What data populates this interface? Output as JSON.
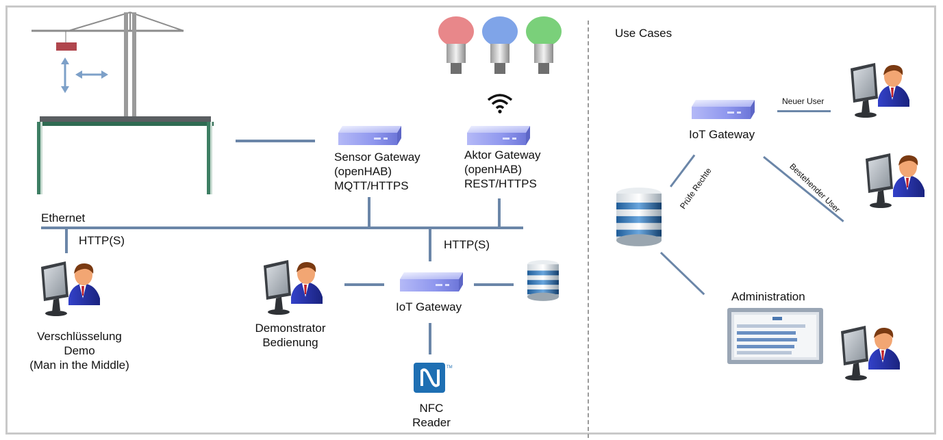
{
  "left": {
    "sensor_gateway": [
      "Sensor Gateway",
      "(openHAB)",
      "MQTT/HTTPS"
    ],
    "actor_gateway": [
      "Aktor Gateway",
      "(openHAB)",
      "REST/HTTPS"
    ],
    "ethernet": "Ethernet",
    "http_left": "HTTP(S)",
    "http_mid": "HTTP(S)",
    "iot_gateway": "IoT Gateway",
    "encryption_demo": [
      "Verschlüsselung",
      "Demo",
      "(Man in the Middle)"
    ],
    "demonstrator": [
      "Demonstrator",
      "Bedienung"
    ],
    "nfc_reader": [
      "NFC",
      "Reader"
    ]
  },
  "right": {
    "title": "Use Cases",
    "iot_gateway": "IoT Gateway",
    "new_user": "Neuer User",
    "existing_user": "Bestehender User",
    "check_rights": "Prüfe Rechte",
    "administration": "Administration"
  },
  "icons": {
    "crane": "crane-icon",
    "bulbs": "smart-bulbs-icon",
    "wifi": "wifi-icon",
    "gateway": "gateway-device-icon",
    "database": "database-icon",
    "user": "user-at-computer-icon",
    "nfc": "nfc-icon",
    "screen": "admin-screen-icon"
  },
  "colors": {
    "line": "#6b86a8",
    "gateway_blue": "#8f97ee",
    "bulb_red": "#e8878a",
    "bulb_blue": "#7fa4e8",
    "bulb_green": "#7ad07a"
  }
}
